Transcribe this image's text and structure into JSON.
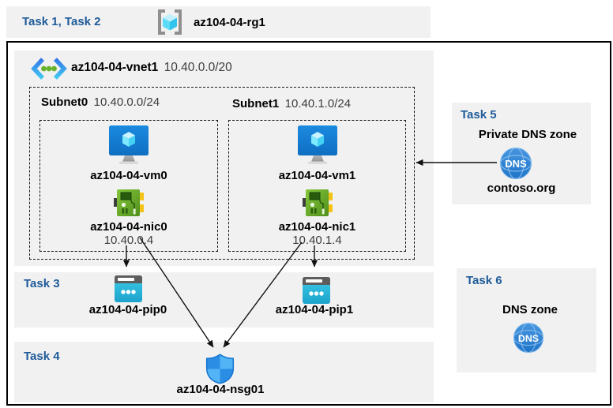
{
  "colors": {
    "accent_blue": "#1f5b99",
    "band_gray": "#f1f1f1",
    "vm_blue": "#1581d6",
    "nic_green": "#6cb32f",
    "pip_cyan": "#29b7dc",
    "nsg_blue": "#2b8de4",
    "dns_blue": "#2e85d6",
    "arrow_black": "#111111"
  },
  "header": {
    "tasks_label": "Task 1, Task 2",
    "resource_group": "az104-04-rg1"
  },
  "vnet": {
    "name": "az104-04-vnet1",
    "cidr": "10.40.0.0/20"
  },
  "subnets": [
    {
      "label": "Subnet0",
      "cidr": "10.40.0.0/24",
      "vm": "az104-04-vm0",
      "nic": "az104-04-nic0",
      "nic_ip": "10.40.0.4"
    },
    {
      "label": "Subnet1",
      "cidr": "10.40.1.0/24",
      "vm": "az104-04-vm1",
      "nic": "az104-04-nic1",
      "nic_ip": "10.40.1.4"
    }
  ],
  "task3": {
    "label": "Task 3",
    "pips": [
      "az104-04-pip0",
      "az104-04-pip1"
    ]
  },
  "task4": {
    "label": "Task 4",
    "nsg": "az104-04-nsg01"
  },
  "task5": {
    "label": "Task 5",
    "title": "Private DNS zone",
    "zone": "contoso.org",
    "icon_text": "DNS"
  },
  "task6": {
    "label": "Task 6",
    "title": "DNS zone",
    "icon_text": "DNS"
  }
}
